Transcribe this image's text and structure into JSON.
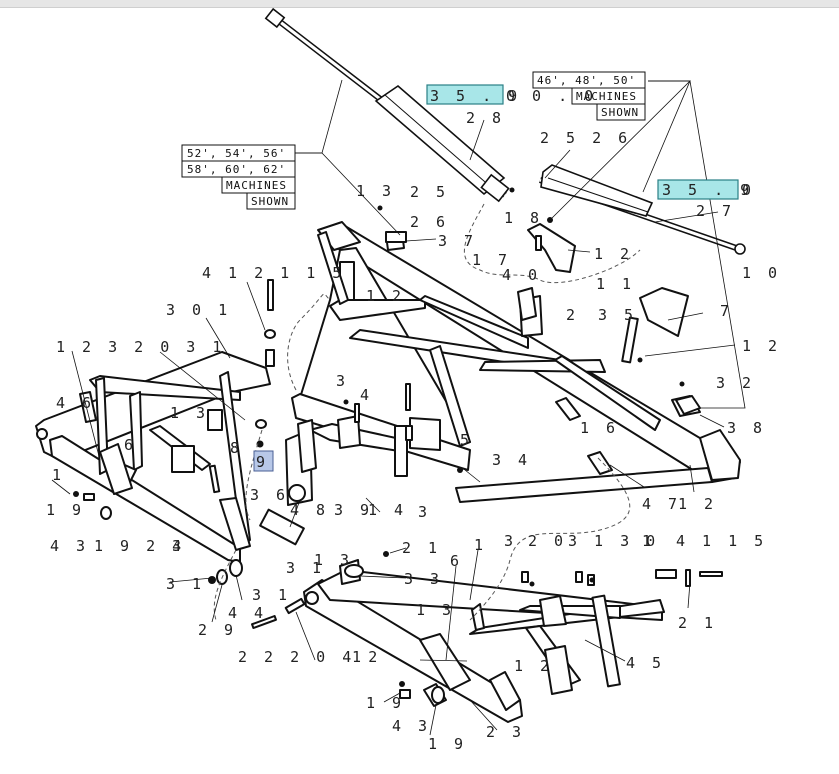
{
  "callouts": {
    "box_left": [
      "52', 54', 56'",
      "58', 60', 62'",
      "MACHINES",
      "SHOWN"
    ],
    "box_right": [
      "46', 48', 50'",
      "MACHINES",
      "SHOWN"
    ]
  },
  "highlights": {
    "ref_top": "3 5 . 9",
    "ref_top_suffix": "0 0 . 0",
    "ref_right": "3 5 . 9",
    "ref_right_suffix": "0",
    "item_9": "9"
  },
  "labels": {
    "l28": "2 8",
    "l526": "2 5 2 6",
    "l27": "2 7",
    "l13a": "1 3",
    "l25": "2 5",
    "l26": "2 6",
    "l37": "3 7",
    "l18": "1 8",
    "l17": "1 7",
    "l40": "4 0",
    "l12a": "1 2",
    "l12b": "1 2",
    "l2": "2",
    "l11": "1 1",
    "l10": "1 0",
    "l7": "7",
    "l35": "3 5",
    "l12c": "1 2",
    "l32": "3 2",
    "l16": "1 6",
    "l38": "3 8",
    "l412115": "4 1 2 1 1 5",
    "l301": "3 0 1",
    "l1232031": "1 2 3 2 0 3 1",
    "l3": "3",
    "l4": "4",
    "l46": "4 6",
    "l13b": "1 3",
    "l8": "8",
    "l6": "6",
    "l5": "5",
    "l34": "3 4",
    "l47": "4 7",
    "l12d": "1 2",
    "l1": "1",
    "l19a": "1 9",
    "l43a": "4 3",
    "l1924": "1 9 2 4",
    "l3b": "3",
    "l36": "3 6",
    "l48": "4 8",
    "l39": "3 9",
    "l14": "1 4",
    "l3c": "3",
    "l21a": "2 1",
    "l31a": "3 1",
    "l13c": "1 3",
    "l33": "3 3",
    "l3d": "3",
    "l20": "2 0",
    "l3130": "3 1 3 0",
    "l1b": "1",
    "l4115": "4 1 1 5",
    "l21b": "2 1",
    "l31b": "3 1",
    "l29": "2 9",
    "l44": "4 4",
    "l31c": "3 1",
    "l222042": "2 2 2 0 4 2",
    "l1c": "1",
    "l6b": "6",
    "l1d": "1",
    "l13d": "1 3",
    "l12e": "1 2",
    "l45": "4 5",
    "l19b": "1 9",
    "l43b": "4 3",
    "l19c": "1 9",
    "l23": "2 3"
  },
  "colors": {
    "highlight_fill": "#a8e6e8",
    "highlight_fill_9": "#b8c8e8",
    "line": "#111111"
  }
}
